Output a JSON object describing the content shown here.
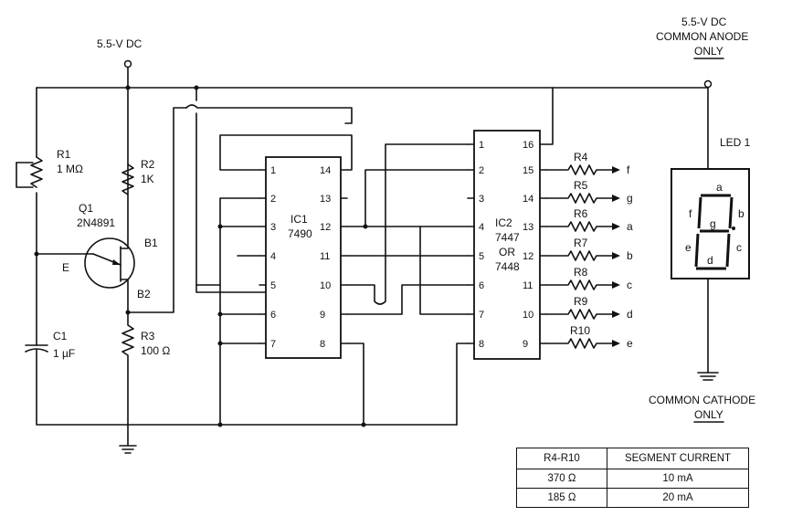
{
  "supply": {
    "label": "5.5-V DC"
  },
  "components": {
    "r1": {
      "ref": "R1",
      "value": "1 MΩ"
    },
    "r2": {
      "ref": "R2",
      "value": "1K"
    },
    "r3": {
      "ref": "R3",
      "value": "100 Ω"
    },
    "c1": {
      "ref": "C1",
      "value": "1 µF"
    },
    "q1": {
      "ref": "Q1",
      "part": "2N4891",
      "emitter": "E",
      "base1": "B1",
      "base2": "B2"
    },
    "r4": "R4",
    "r5": "R5",
    "r6": "R6",
    "r7": "R7",
    "r8": "R8",
    "r9": "R9",
    "r10": "R10"
  },
  "ic1": {
    "ref": "IC1",
    "part": "7490",
    "pins_left": [
      "1",
      "2",
      "3",
      "4",
      "5",
      "6",
      "7"
    ],
    "pins_right": [
      "14",
      "13",
      "12",
      "11",
      "10",
      "9",
      "8"
    ]
  },
  "ic2": {
    "ref": "IC2",
    "part": "7447",
    "alt_or": "OR",
    "alt_part": "7448",
    "pins_left": [
      "1",
      "2",
      "3",
      "4",
      "5",
      "6",
      "7",
      "8"
    ],
    "pins_right": [
      "16",
      "15",
      "14",
      "13",
      "12",
      "11",
      "10",
      "9"
    ]
  },
  "outputs": [
    "f",
    "g",
    "a",
    "b",
    "c",
    "d",
    "e"
  ],
  "led": {
    "top_supply": "5.5-V DC",
    "top_mode": "COMMON ANODE",
    "top_only": "ONLY",
    "ref": "LED 1",
    "segments": [
      "a",
      "b",
      "c",
      "d",
      "e",
      "f",
      "g"
    ],
    "bottom_mode": "COMMON CATHODE",
    "bottom_only": "ONLY"
  },
  "table": {
    "headers": [
      "R4-R10",
      "SEGMENT CURRENT"
    ],
    "rows": [
      [
        "370 Ω",
        "10 mA"
      ],
      [
        "185 Ω",
        "20 mA"
      ]
    ]
  }
}
